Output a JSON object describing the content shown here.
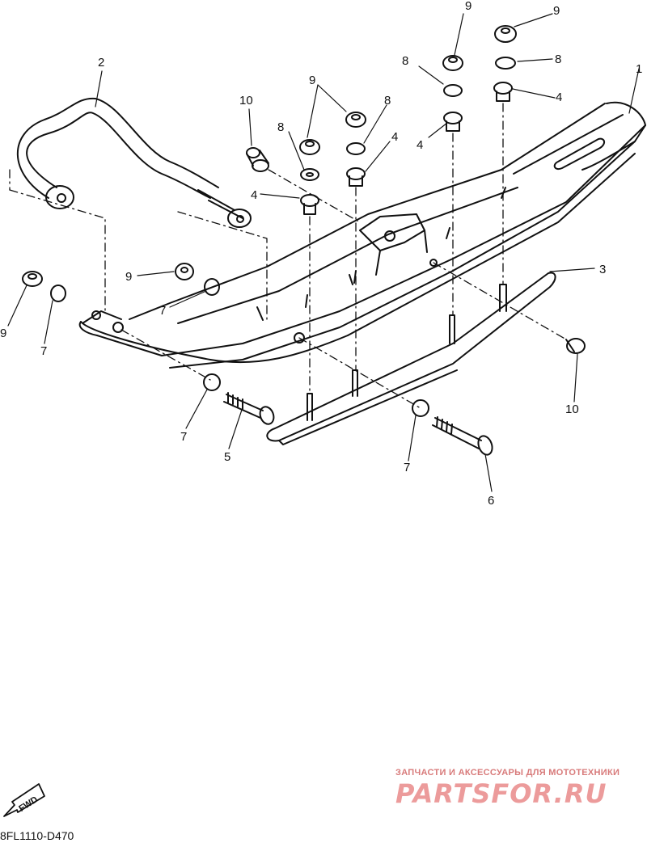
{
  "diagram": {
    "callouts": [
      {
        "id": "c1",
        "text": "1"
      },
      {
        "id": "c2",
        "text": "2"
      },
      {
        "id": "c3",
        "text": "3"
      },
      {
        "id": "c4a",
        "text": "4"
      },
      {
        "id": "c4b",
        "text": "4"
      },
      {
        "id": "c4c",
        "text": "4"
      },
      {
        "id": "c4d",
        "text": "4"
      },
      {
        "id": "c5",
        "text": "5"
      },
      {
        "id": "c6",
        "text": "6"
      },
      {
        "id": "c7a",
        "text": "7"
      },
      {
        "id": "c7b",
        "text": "7"
      },
      {
        "id": "c7c",
        "text": "7"
      },
      {
        "id": "c7d",
        "text": "7"
      },
      {
        "id": "c8a",
        "text": "8"
      },
      {
        "id": "c8b",
        "text": "8"
      },
      {
        "id": "c8c",
        "text": "8"
      },
      {
        "id": "c8d",
        "text": "8"
      },
      {
        "id": "c9a",
        "text": "9"
      },
      {
        "id": "c9b",
        "text": "9"
      },
      {
        "id": "c9c",
        "text": "9"
      },
      {
        "id": "c9d",
        "text": "9"
      },
      {
        "id": "c9e",
        "text": "9"
      },
      {
        "id": "c10a",
        "text": "10"
      },
      {
        "id": "c10b",
        "text": "10"
      }
    ],
    "fwd_label": "FWD",
    "reference_code": "8FL1110-D470"
  },
  "watermark": {
    "tagline": "ЗАПЧАСТИ И АКСЕССУАРЫ ДЛЯ МОТОТЕХНИКИ",
    "brand": "PARTSFOR.RU",
    "color": "#ec9b9b"
  }
}
